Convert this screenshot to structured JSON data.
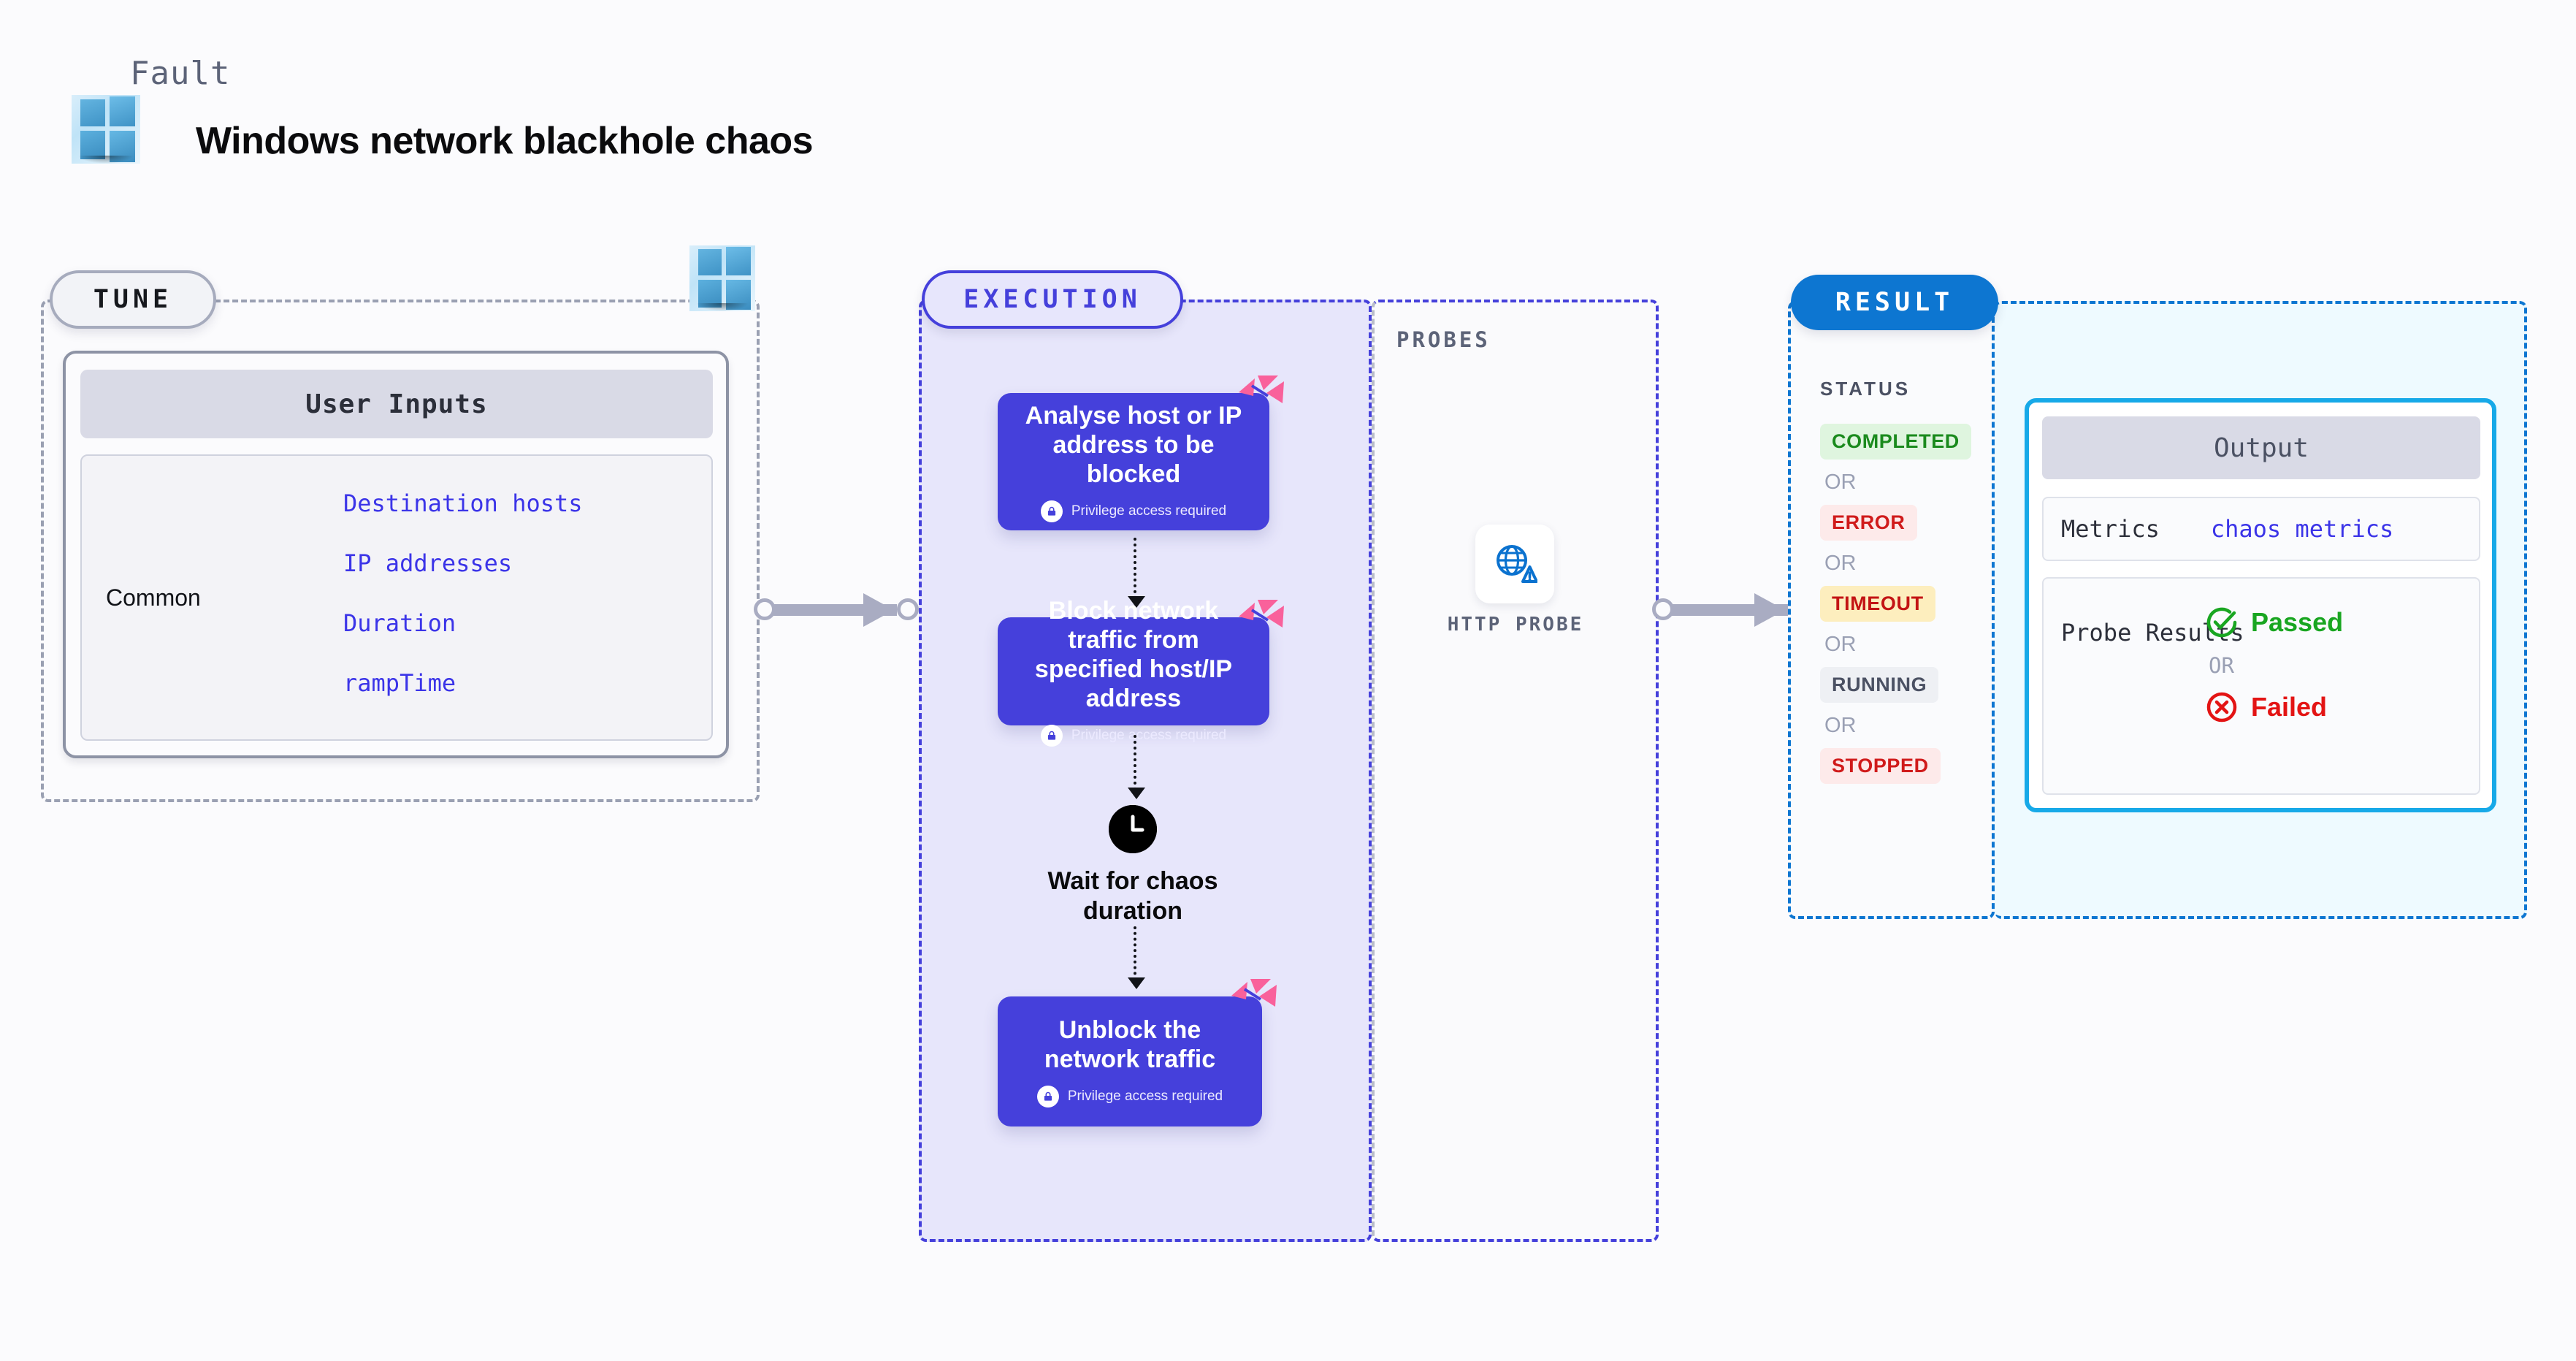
{
  "header": {
    "kicker": "Fault",
    "title": "Windows network blackhole chaos",
    "logo_icon": "windows-logo-icon"
  },
  "tune": {
    "pill_label": "TUNE",
    "badge_icon": "windows-logo-icon",
    "card": {
      "header": "User Inputs",
      "group_label": "Common",
      "inputs": [
        "Destination hosts",
        "IP addresses",
        "Duration",
        "rampTime"
      ]
    }
  },
  "execution": {
    "pill_label": "EXECUTION",
    "blocks": [
      {
        "title": "Analyse host or IP address to be blocked",
        "privilege": "Privilege access required",
        "lock_icon": "lock-icon",
        "corner_icon": "litmus-chaos-icon"
      },
      {
        "title": "Block network traffic from specified host/IP address",
        "privilege": "Privilege access required",
        "lock_icon": "lock-icon",
        "corner_icon": "litmus-chaos-icon"
      },
      {
        "title": "Unblock the network traffic",
        "privilege": "Privilege access required",
        "lock_icon": "lock-icon",
        "corner_icon": "litmus-chaos-icon"
      }
    ],
    "wait": {
      "icon": "clock-icon",
      "label": "Wait for chaos duration"
    }
  },
  "probes": {
    "section_label": "PROBES",
    "items": [
      {
        "icon": "globe-warning-icon",
        "label": "HTTP PROBE"
      }
    ]
  },
  "result": {
    "pill_label": "RESULT",
    "status_label": "STATUS",
    "or_label": "OR",
    "statuses": [
      {
        "label": "COMPLETED",
        "variant": "completed"
      },
      {
        "label": "ERROR",
        "variant": "error"
      },
      {
        "label": "TIMEOUT",
        "variant": "timeout"
      },
      {
        "label": "RUNNING",
        "variant": "running"
      },
      {
        "label": "STOPPED",
        "variant": "stopped"
      }
    ]
  },
  "output": {
    "header": "Output",
    "metrics_key": "Metrics",
    "metrics_value": "chaos metrics",
    "probe_key": "Probe Results",
    "probe_pass": "Passed",
    "probe_or": "OR",
    "probe_fail": "Failed",
    "pass_icon": "check-circle-icon",
    "fail_icon": "x-circle-icon"
  },
  "colors": {
    "accent_indigo": "#4540db",
    "accent_blue": "#0d76d1",
    "accent_cyan": "#17a9e8",
    "pink": "#f9619b",
    "pass_green": "#19a621",
    "fail_red": "#e31414",
    "connector_gray": "#a9acc2"
  }
}
